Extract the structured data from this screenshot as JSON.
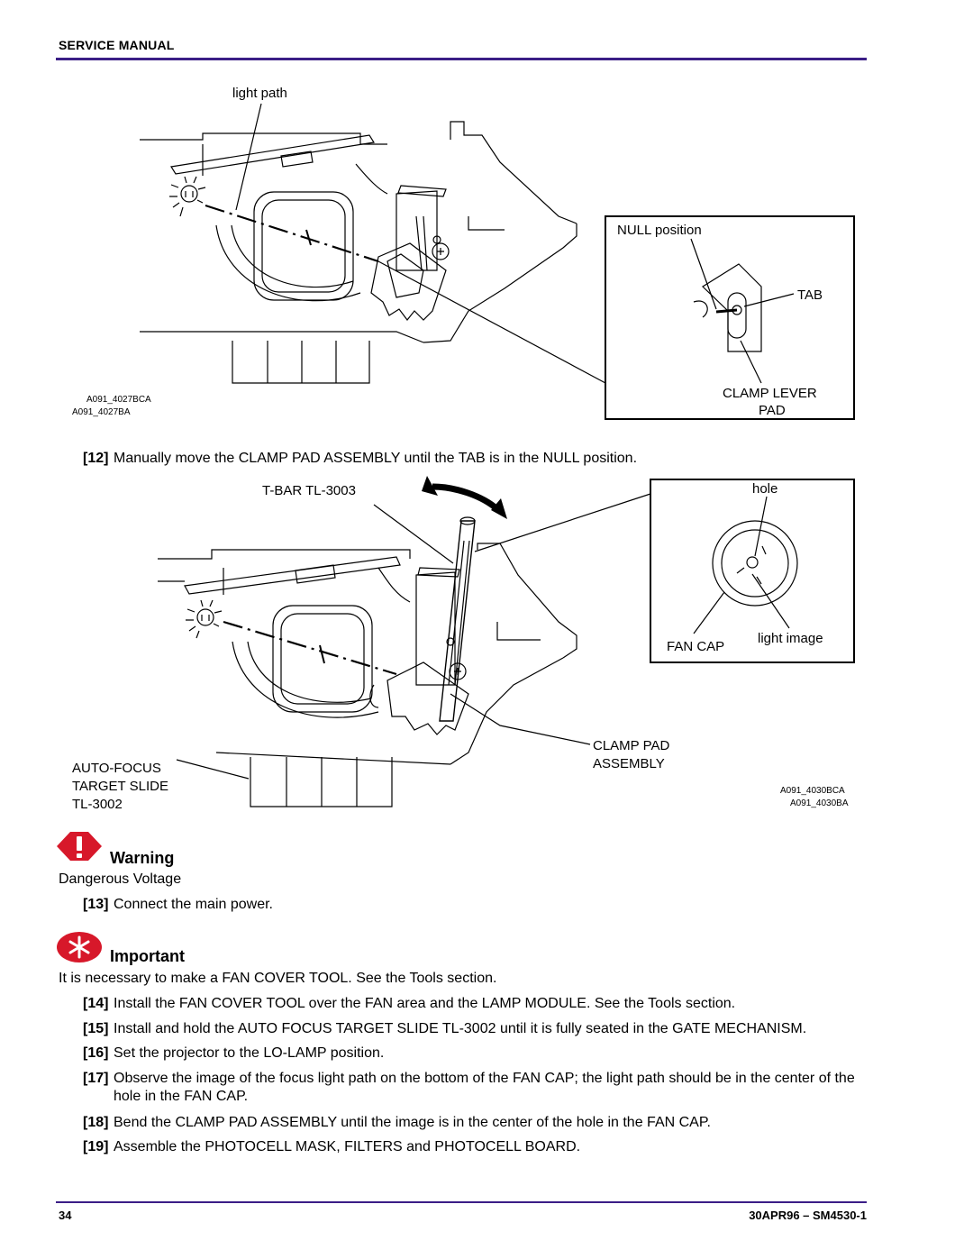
{
  "header": {
    "title": "SERVICE MANUAL"
  },
  "figure1": {
    "light_path": "light path",
    "null_position": "NULL position",
    "tab": "TAB",
    "clamp_lever_pad_1": "CLAMP LEVER",
    "clamp_lever_pad_2": "PAD",
    "code1": "A091_4027BCA",
    "code2": "A091_4027BA"
  },
  "step12": {
    "num": "[12]",
    "text": "Manually move the CLAMP PAD ASSEMBLY until the TAB is in the NULL position."
  },
  "figure2": {
    "tbar": "T-BAR TL-3003",
    "hole": "hole",
    "fan_cap": "FAN CAP",
    "light_image": "light image",
    "clamp_pad_1": "CLAMP PAD",
    "clamp_pad_2": "ASSEMBLY",
    "auto_focus_1": "AUTO-FOCUS",
    "auto_focus_2": "TARGET SLIDE",
    "auto_focus_3": "TL-3002",
    "code1": "A091_4030BCA",
    "code2": "A091_4030BA"
  },
  "warning": {
    "title": "Warning",
    "text": "Dangerous Voltage"
  },
  "step13": {
    "num": "[13]",
    "text": "Connect the main power."
  },
  "important": {
    "title": "Important",
    "text": "It is necessary to make a FAN COVER TOOL.  See the Tools section."
  },
  "steps": [
    {
      "num": "[14]",
      "text": "Install the FAN COVER TOOL over the FAN area and the LAMP MODULE.  See the Tools section."
    },
    {
      "num": "[15]",
      "text": "Install and hold the AUTO FOCUS TARGET SLIDE TL-3002 until it is fully seated in the GATE MECHANISM."
    },
    {
      "num": "[16]",
      "text": "Set the projector to the LO-LAMP position."
    },
    {
      "num": "[17]",
      "text": "Observe the image of the focus light path on the bottom of the FAN CAP; the light path should be in the center of the hole in the FAN CAP."
    },
    {
      "num": "[18]",
      "text": "Bend the CLAMP PAD ASSEMBLY until the image is in the center of the hole in the FAN CAP."
    },
    {
      "num": "[19]",
      "text": "Assemble the PHOTOCELL MASK, FILTERS and PHOTOCELL BOARD."
    }
  ],
  "footer": {
    "page": "34",
    "doc": "30APR96 – SM4530-1"
  },
  "colors": {
    "rule": "#3b1e86",
    "icon_red": "#d7182a"
  }
}
